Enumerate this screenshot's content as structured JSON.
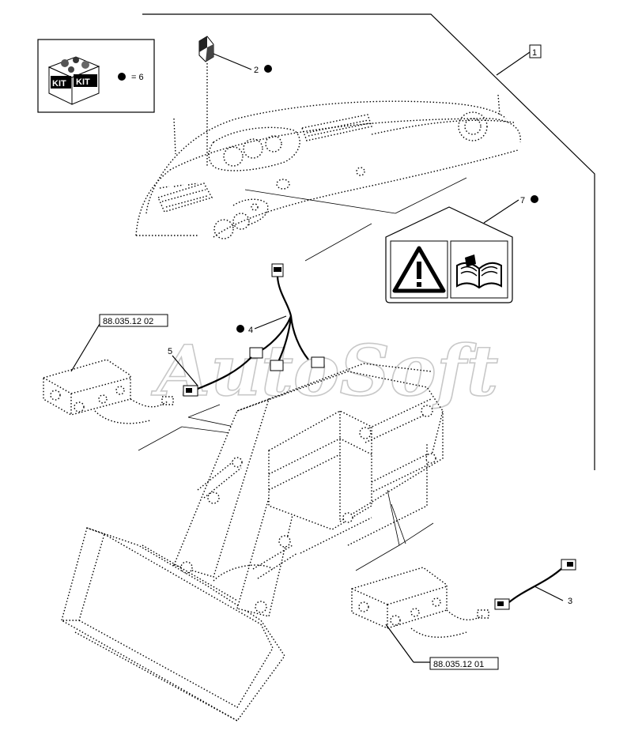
{
  "callouts": {
    "c1": "1",
    "c2": "2",
    "c3": "3",
    "c4": "4",
    "c5": "5",
    "c7": "7"
  },
  "kit_box": {
    "legend_text": "= 6",
    "kit_label_left": "KIT",
    "kit_label_right": "KIT"
  },
  "references": {
    "ref_upper": "88.035.12 02",
    "ref_lower": "88.035.12 01"
  },
  "watermark": "AutoSoft",
  "colors": {
    "line": "#000000",
    "watermark": "#c8c8c8",
    "background": "#ffffff"
  },
  "icons": [
    "kit-box-icon",
    "warning-triangle-icon",
    "manual-book-icon",
    "switch-icon",
    "connector-icon"
  ]
}
